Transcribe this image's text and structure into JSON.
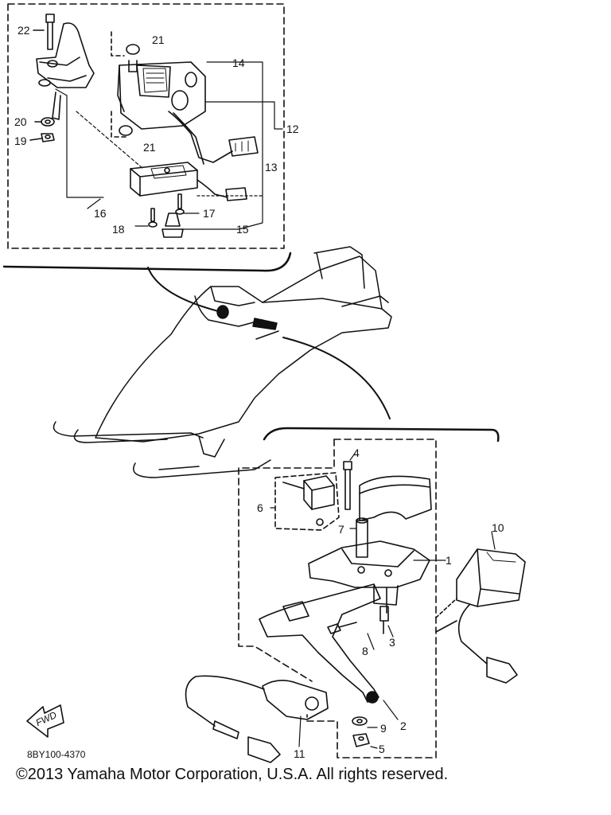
{
  "callouts": [
    "1",
    "2",
    "3",
    "4",
    "5",
    "6",
    "7",
    "8",
    "9",
    "10",
    "11",
    "12",
    "13",
    "14",
    "15",
    "16",
    "17",
    "18",
    "19",
    "20",
    "21",
    "22"
  ],
  "callout_21_second": "21",
  "front_badge": "FWD",
  "diagram_code": "8BY100-4370",
  "copyright": "©2013 Yamaha Motor Corporation, U.S.A. All rights reserved."
}
